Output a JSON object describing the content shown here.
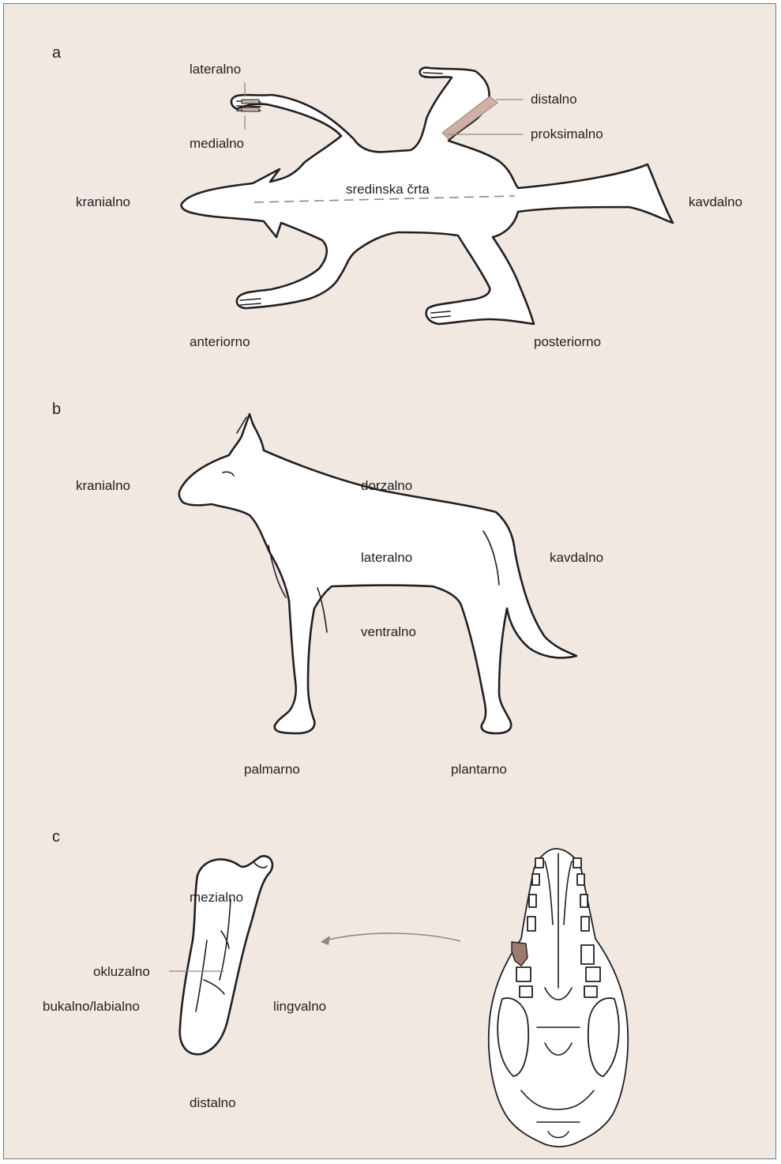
{
  "panels": {
    "a": {
      "letter": "a",
      "labels": {
        "lateral": "lateralno",
        "medial": "medialno",
        "distal": "distalno",
        "proximal": "proksimalno",
        "cranial": "kranialno",
        "midline": "sredinska črta",
        "caudal": "kavdalno",
        "anterior": "anteriorno",
        "posterior": "posteriorno"
      }
    },
    "b": {
      "letter": "b",
      "labels": {
        "cranial": "kranialno",
        "dorsal": "dorzalno",
        "lateral": "lateralno",
        "caudal": "kavdalno",
        "ventral": "ventralno",
        "palmar": "palmarno",
        "plantar": "plantarno"
      }
    },
    "c": {
      "letter": "c",
      "labels": {
        "mesial": "mezialno",
        "occlusal": "okluzalno",
        "buccal_labial": "bukalno/labialno",
        "lingual": "lingvalno",
        "distal": "distalno"
      }
    }
  },
  "colors": {
    "background": "#f2e8e2",
    "highlight": "#cdb1a5",
    "highlight_dark": "#9c7b70",
    "outline": "#231f20",
    "leader": "#8a8a8a"
  }
}
